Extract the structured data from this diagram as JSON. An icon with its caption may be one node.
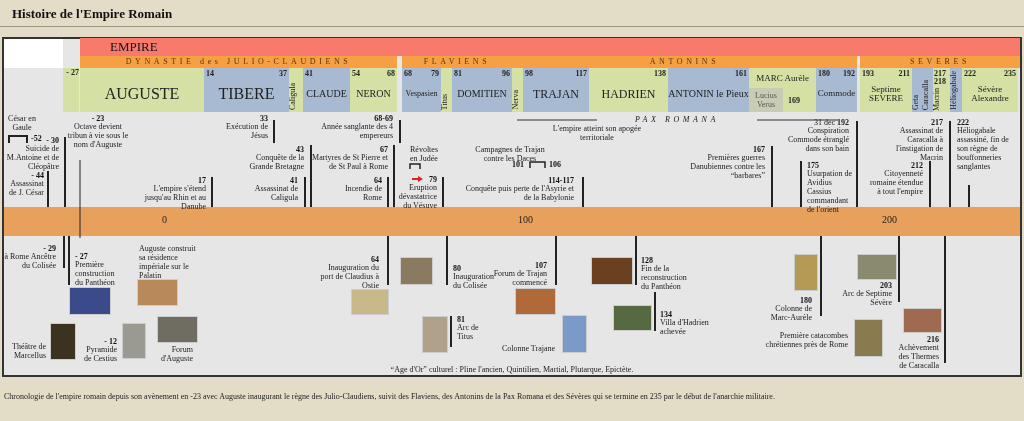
{
  "diagram": {
    "title": "Histoire de l'Empire Romain",
    "caption": "Chronologie de l'empire romain depuis son avènement en -23 avec Auguste inaugurant le règne des Julio-Claudiens, suivit des Flaviens, des Antonins de la Pax Romana et des Sévères qui se termine en 235 par le début de l'anarchie militaire.",
    "nodes": [
      {
        "text": [
          "EMPIRE"
        ]
      },
      {
        "text": [
          "DYNASTIE des JULIO-CLAUDIENS"
        ]
      },
      {
        "text": [
          "FLAVIENS"
        ]
      },
      {
        "text": [
          "ANTONINS"
        ]
      },
      {
        "text": [
          "SEVERES"
        ]
      },
      {
        "text": [
          "AUGUSTE"
        ],
        "beside": [
          "- 27"
        ]
      },
      {
        "text": [
          "14",
          "37",
          "TIBERE"
        ]
      },
      {
        "text": [
          "Caligula"
        ]
      },
      {
        "text": [
          "41",
          "CLAUDE"
        ]
      },
      {
        "text": [
          "54",
          "68",
          "NERON"
        ]
      },
      {
        "text": [
          "68",
          "79",
          "Vespasien"
        ]
      },
      {
        "text": [
          "Titus"
        ]
      },
      {
        "text": [
          "81",
          "96",
          "DOMITIEN"
        ]
      },
      {
        "text": [
          "Nerva"
        ]
      },
      {
        "text": [
          "98",
          "117",
          "TRAJAN"
        ]
      },
      {
        "text": [
          "138",
          "HADRIEN"
        ]
      },
      {
        "text": [
          "161",
          "ANTONIN le Pieux"
        ]
      },
      {
        "text": [
          "MARC Aurèle",
          "169"
        ]
      },
      {
        "text": [
          "Lucius Verus"
        ],
        "in": 17
      },
      {
        "text": [
          "180",
          "192",
          "Commode"
        ]
      },
      {
        "text": [
          "193",
          "211",
          "Septime SEVERE"
        ]
      },
      {
        "text": [
          "Geta"
        ]
      },
      {
        "text": [
          "Caracalla"
        ]
      },
      {
        "text": [
          "217",
          "218",
          "Macrin"
        ]
      },
      {
        "text": [
          "Héliogabale"
        ]
      },
      {
        "text": [
          "222",
          "235",
          "Sévère Alexandre"
        ]
      }
    ],
    "labels": [
      "César en Gaule",
      "-52",
      "- 30",
      "Suicide de M.Antoine et de Cléopâtre",
      "- 23",
      "Octave devient tribun à vie sous le nom d'Auguste",
      "- 44",
      "Assassinat de J. César",
      "17",
      "L'empire s'étend jusqu'au Rhin et au Danube",
      "33",
      "Exécution de Jésus",
      "43",
      "Conquête de la Grande Bretagne",
      "41",
      "Assassinat de Caligula",
      "68-69",
      "Année sanglante des 4 empereurs",
      "67",
      "Martyres de St Pierre et de St Paul à Rome",
      "64",
      "Incendie de Rome",
      "Révoltes en Judée",
      "79",
      "Eruption dévastatrice du Vésuve",
      "Campagnes de Trajan contre les Daces",
      "101",
      "106",
      "L'empire atteint son apogée territoriale",
      "114-117",
      "Conquête puis perte de l'Asyrie et de la Babylonie",
      "PAX ROMANA",
      "167",
      "Premières guerres Danubiennes contre les “barbares”",
      "175",
      "Usurpation de Avidius Cassius commandant de l'orient",
      "31 dec **192**",
      "Conspiration Commode étranglé dans son bain",
      "217",
      "Assassinat de Caracalla à l'instigation de Macrin",
      "212",
      "Citoyenneté romaine étendue à tout l'empire",
      "222",
      "Héliogabale assassiné, fin de son règne de bouffonneries sanglantes",
      "0",
      "100",
      "200",
      "- 29",
      "à Rome Ancêtre du Colisée",
      "- 27",
      "Première construction du Panthéon",
      "Auguste construit sa résidence impériale sur le Palatin",
      "Théâtre de Marcellus",
      "- 12",
      "Pyramide de Cestius",
      "Forum d'Auguste",
      "64",
      "Inauguration du port de Claudius à Ostie",
      "80",
      "Inauguration du Colisée",
      "81",
      "Arc de Titus",
      "107",
      "Forum de Trajan commencé",
      "Colonne Trajane",
      "128",
      "Fin de la reconstruction du Panthéon",
      "134",
      "Villa d'Hadrien achevée",
      "180",
      "Colonne de Marc-Aurèle",
      "203",
      "Arc de Septime Sévère",
      "Première catacombes chrétiennes près de Rome",
      "216",
      "Achèvement des Thermes de Caracalla",
      "“Age d'Or” culturel : Pline l'ancien, Quintilien, Martial, Plutarque, Epictète."
    ]
  }
}
